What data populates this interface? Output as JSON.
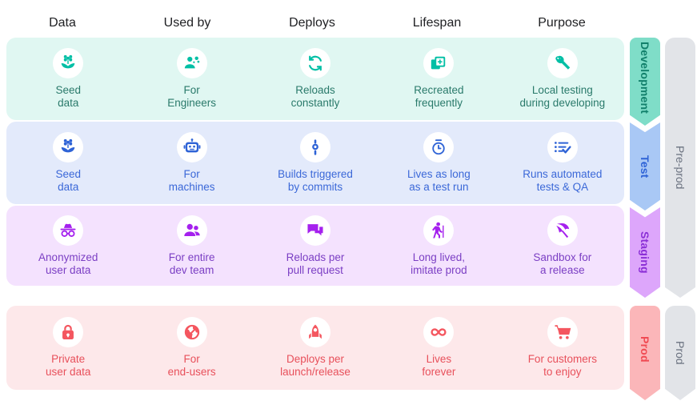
{
  "header": {
    "columns": [
      "Data",
      "Used by",
      "Deploys",
      "Lifespan",
      "Purpose"
    ]
  },
  "colors": {
    "dev_bg": "#E0F7F2",
    "dev_icon": "#00BFA5",
    "dev_text": "#2A7A6B",
    "dev_chevron": "#7FDDC8",
    "test_bg": "#E3EAFB",
    "test_icon": "#2E63D6",
    "test_text": "#3B68D8",
    "test_chevron": "#A9C8F5",
    "staging_bg": "#F4E2FE",
    "staging_icon": "#A521EE",
    "staging_text": "#7B3FC4",
    "staging_chevron": "#DDA6FB",
    "prod_bg": "#FDE8EA",
    "prod_icon": "#F4565F",
    "prod_text": "#E8505B",
    "prod_chevron": "#FBB6B9",
    "bracket_bg": "#E2E4E8",
    "bracket_text": "#6B7280"
  },
  "rows": [
    {
      "stage": "Development",
      "cells": [
        {
          "icon": "seed-flower-icon",
          "label": "Seed\ndata"
        },
        {
          "icon": "engineer-gear-icon",
          "label": "For\nEngineers"
        },
        {
          "icon": "refresh-loop-icon",
          "label": "Reloads\nconstantly"
        },
        {
          "icon": "duplicate-add-icon",
          "label": "Recreated\nfrequently"
        },
        {
          "icon": "wrench-icon",
          "label": "Local testing\nduring developing"
        }
      ]
    },
    {
      "stage": "Test",
      "cells": [
        {
          "icon": "seed-flower-icon",
          "label": "Seed\ndata"
        },
        {
          "icon": "robot-icon",
          "label": "For\nmachines"
        },
        {
          "icon": "commit-node-icon",
          "label": "Builds triggered\nby commits"
        },
        {
          "icon": "stopwatch-icon",
          "label": "Lives as long\nas a test run"
        },
        {
          "icon": "checklist-icon",
          "label": "Runs automated\ntests & QA"
        }
      ]
    },
    {
      "stage": "Staging",
      "cells": [
        {
          "icon": "incognito-icon",
          "label": "Anonymized\nuser data"
        },
        {
          "icon": "people-group-icon",
          "label": "For entire\ndev team"
        },
        {
          "icon": "chat-bubbles-icon",
          "label": "Reloads per\npull request"
        },
        {
          "icon": "elderly-walking-icon",
          "label": "Long lived,\nimitate prod"
        },
        {
          "icon": "beach-umbrella-icon",
          "label": "Sandbox for\na release"
        }
      ]
    },
    {
      "stage": "Prod",
      "cells": [
        {
          "icon": "lock-icon",
          "label": "Private\nuser data"
        },
        {
          "icon": "globe-icon",
          "label": "For\nend-users"
        },
        {
          "icon": "rocket-icon",
          "label": "Deploys per\nlaunch/release"
        },
        {
          "icon": "infinity-icon",
          "label": "Lives\nforever"
        },
        {
          "icon": "shopping-cart-icon",
          "label": "For customers\nto enjoy"
        }
      ]
    }
  ],
  "brackets": [
    {
      "label": "Pre-prod"
    },
    {
      "label": "Prod"
    }
  ]
}
